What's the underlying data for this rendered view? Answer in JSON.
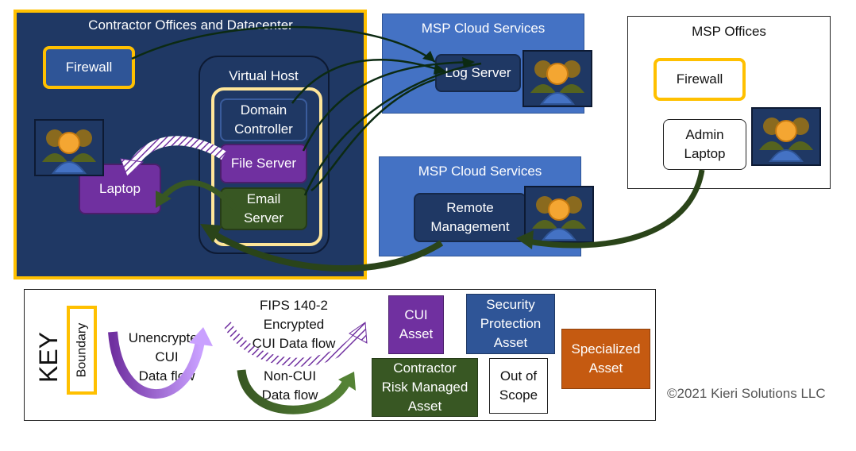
{
  "contractor": {
    "title": "Contractor Offices and Datacenter",
    "firewall": "Firewall",
    "laptop": "Laptop",
    "virtual_host": "Virtual Host",
    "domain_controller": "Domain\nController",
    "file_server": "File Server",
    "email_server": "Email\nServer"
  },
  "msp_cloud_top": {
    "title": "MSP Cloud Services",
    "log_server": "Log Server"
  },
  "msp_cloud_bottom": {
    "title": "MSP Cloud Services",
    "remote_management": "Remote\nManagement"
  },
  "msp_offices": {
    "title": "MSP Offices",
    "firewall": "Firewall",
    "admin_laptop": "Admin\nLaptop"
  },
  "key": {
    "title": "KEY",
    "boundary": "Boundary",
    "unencrypted": "Unencrypted\nCUI\nData flow",
    "fips": "FIPS 140-2\nEncrypted\nCUI Data flow",
    "noncui": "Non-CUI\nData flow",
    "cui_asset": "CUI\nAsset",
    "spa": "Security\nProtection\nAsset",
    "crma": "Contractor\nRisk Managed\nAsset",
    "oos": "Out of\nScope",
    "specialized": "Specialized\nAsset"
  },
  "copyright": "©2021 Kieri Solutions LLC",
  "colors": {
    "navy": "#1f3864",
    "blue": "#4472c4",
    "purple": "#7030a0",
    "green": "#385723",
    "orange": "#c55a11",
    "yellow": "#ffc000",
    "spa_blue": "#2f5597"
  }
}
